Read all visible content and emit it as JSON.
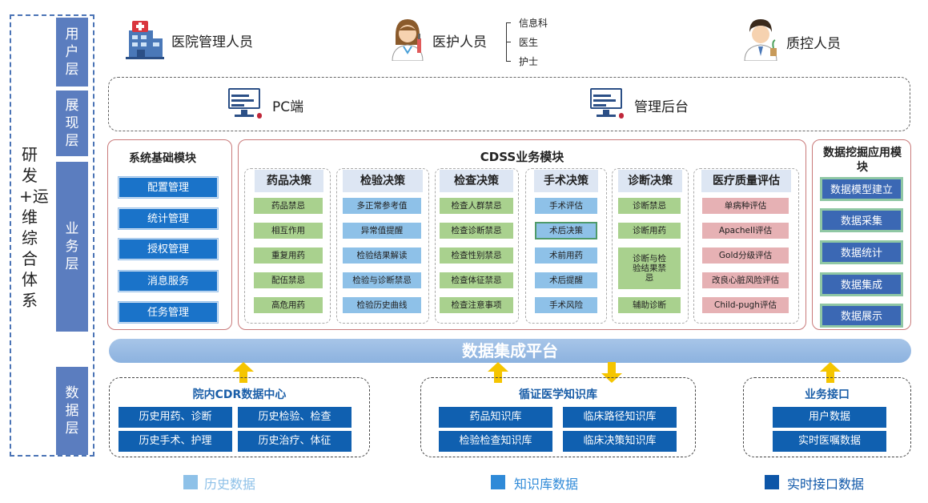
{
  "side_title": "研发+运维综合体系",
  "layers": {
    "user": "用户层",
    "display": "展现层",
    "business": "业务层",
    "data": "数据层"
  },
  "users": {
    "hospital_admin": "医院管理人员",
    "medical_staff": "医护人员",
    "medical_staff_sub": [
      "信息科",
      "医生",
      "护士"
    ],
    "qc_staff": "质控人员"
  },
  "display": {
    "pc": "PC端",
    "admin_backend": "管理后台"
  },
  "base_module": {
    "title": "系统基础模块",
    "items": [
      "配置管理",
      "统计管理",
      "授权管理",
      "消息服务",
      "任务管理"
    ]
  },
  "cdss": {
    "title": "CDSS业务模块",
    "columns": [
      {
        "title": "药品决策",
        "items": [
          "药品禁忌",
          "相互作用",
          "重复用药",
          "配伍禁忌",
          "高危用药"
        ]
      },
      {
        "title": "检验决策",
        "items": [
          "多正常参考值",
          "异常值提醒",
          "检验结果解读",
          "检验与诊断禁忌",
          "检验历史曲线"
        ]
      },
      {
        "title": "检查决策",
        "items": [
          "检查人群禁忌",
          "检查诊断禁忌",
          "检查性别禁忌",
          "检查体征禁忌",
          "检查注意事项"
        ]
      },
      {
        "title": "手术决策",
        "items": [
          "手术评估",
          "术后决策",
          "术前用药",
          "术后提醒",
          "手术风险"
        ]
      },
      {
        "title": "诊断决策",
        "items": [
          "诊断禁忌",
          "诊断用药",
          "诊断与检验结果禁忌",
          "辅助诊断"
        ]
      },
      {
        "title": "医疗质量评估",
        "items": [
          "单病种评估",
          "ApacheII评估",
          "Gold分级评估",
          "改良心脏风险评估",
          "Child-pugh评估"
        ]
      }
    ]
  },
  "mining": {
    "title": "数据挖掘应用模块",
    "items": [
      "数据模型建立",
      "数据采集",
      "数据统计",
      "数据集成",
      "数据展示"
    ]
  },
  "platform": "数据集成平台",
  "data_sources": {
    "cdr": {
      "title": "院内CDR数据中心",
      "items": [
        "历史用药、诊断",
        "历史检验、检查",
        "历史手术、护理",
        "历史治疗、体征"
      ]
    },
    "knowledge": {
      "title": "循证医学知识库",
      "items": [
        "药品知识库",
        "临床路径知识库",
        "检验检查知识库",
        "临床决策知识库"
      ]
    },
    "interface": {
      "title": "业务接口",
      "items": [
        "用户数据",
        "实时医嘱数据"
      ]
    }
  },
  "legend": [
    {
      "label": "历史数据",
      "color": "#8ec1e8"
    },
    {
      "label": "知识库数据",
      "color": "#2f8ad8"
    },
    {
      "label": "实时接口数据",
      "color": "#0d56a8"
    }
  ],
  "colors": {
    "arrow": "#f5c500",
    "layer_tab": "#5b7dbf",
    "blue_button": "#1a73c9",
    "green_cell": "#a9d18e",
    "blue_cell": "#8ec1e8",
    "red_cell": "#e6b1b4"
  }
}
